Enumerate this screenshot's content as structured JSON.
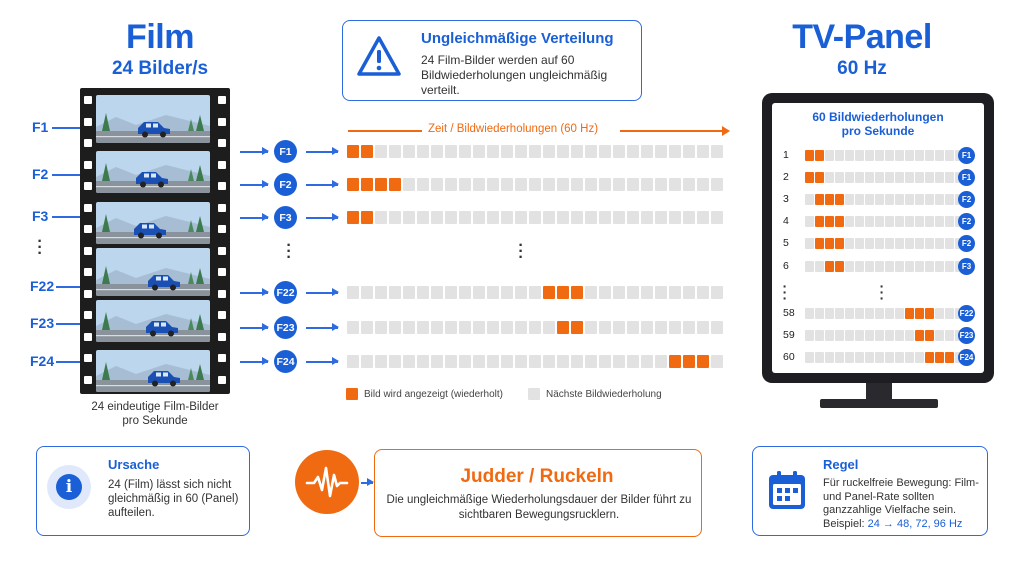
{
  "left": {
    "title": "Film",
    "subtitle": "24 Bilder/s",
    "caption_line1": "24 eindeutige Film-Bilder",
    "caption_line2": "pro Sekunde",
    "frame_labels": [
      "F1",
      "F2",
      "F3",
      "⋮",
      "F22",
      "F23",
      "F24"
    ]
  },
  "right": {
    "title": "TV-Panel",
    "subtitle": "60 Hz",
    "screen_title_line1": "60 Bildwiederholungen",
    "screen_title_line2": "pro Sekunde"
  },
  "warning": {
    "title": "Ungleichmäßige Verteilung",
    "text": "24 Film-Bilder werden auf 60 Bildwiederholungen ungleichmäßig verteilt."
  },
  "timeline": {
    "axis_label": "Zeit / Bildwiederholungen (60 Hz)",
    "cells_per_row": 27,
    "rows": [
      {
        "frame": "F1",
        "on": [
          0,
          1
        ]
      },
      {
        "frame": "F2",
        "on": [
          0,
          1,
          2,
          3
        ]
      },
      {
        "frame": "F3",
        "on": [
          0,
          1
        ]
      },
      {
        "frame": "F22",
        "on": [
          14,
          15,
          16
        ]
      },
      {
        "frame": "F23",
        "on": [
          15,
          16
        ]
      },
      {
        "frame": "F24",
        "on": [
          23,
          24,
          25
        ]
      }
    ],
    "legend_on": "Bild wird angezeigt (wiederholt)",
    "legend_off": "Nächste Bildwiederholung"
  },
  "tv_rows": {
    "cells_per_row": 16,
    "rows": [
      {
        "num": "1",
        "frame": "F1",
        "on": [
          0,
          1
        ]
      },
      {
        "num": "2",
        "frame": "F1",
        "on": [
          0,
          1
        ]
      },
      {
        "num": "3",
        "frame": "F2",
        "on": [
          1,
          2,
          3
        ]
      },
      {
        "num": "4",
        "frame": "F2",
        "on": [
          1,
          2,
          3
        ]
      },
      {
        "num": "5",
        "frame": "F2",
        "on": [
          1,
          2,
          3
        ]
      },
      {
        "num": "6",
        "frame": "F3",
        "on": [
          2,
          3
        ]
      },
      {
        "num": "58",
        "frame": "F22",
        "on": [
          10,
          11,
          12
        ]
      },
      {
        "num": "59",
        "frame": "F23",
        "on": [
          11,
          12
        ]
      },
      {
        "num": "60",
        "frame": "F24",
        "on": [
          12,
          13,
          14
        ]
      }
    ]
  },
  "cause": {
    "title": "Ursache",
    "text": "24 (Film) lässt sich nicht gleichmäßig in 60 (Panel) aufteilen."
  },
  "judder": {
    "title": "Judder / Ruckeln",
    "text": "Die ungleichmäßige Wiederholungsdauer der Bilder führt zu sichtbaren Bewegungsrucklern."
  },
  "rule": {
    "title": "Regel",
    "text": "Für ruckelfreie Bewegung: Film- und Panel-Rate sollten ganzzahlige Vielfache sein.",
    "example_prefix": "Beispiel: ",
    "example": "24 → 48, 72, 96 Hz"
  },
  "colors": {
    "blue": "#1a5fd6",
    "orange": "#f06a12",
    "grey_cell": "#e2e2e2"
  },
  "icons": [
    "warning-triangle-icon",
    "info-icon",
    "pulse-wave-icon",
    "calendar-icon",
    "car-icon"
  ]
}
